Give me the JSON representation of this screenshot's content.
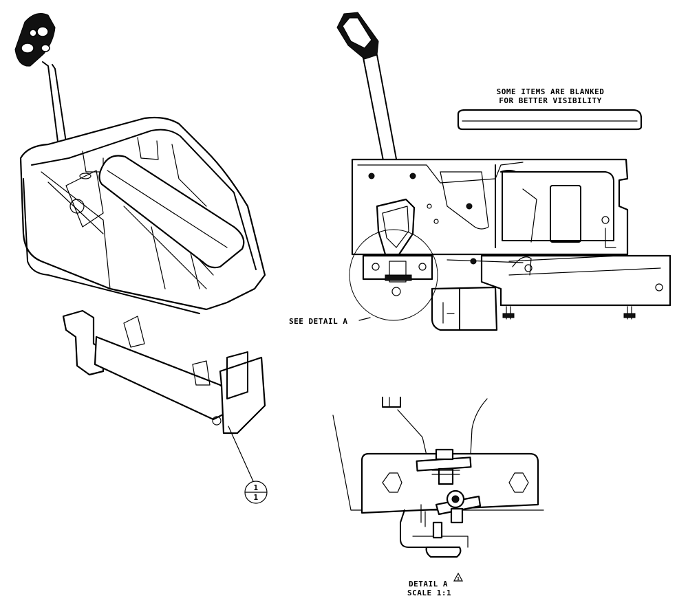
{
  "notes": {
    "blanked_line1": "SOME ITEMS ARE BLANKED",
    "blanked_line2": "FOR BETTER VISIBILITY",
    "see_detail": "SEE DETAIL  A",
    "detail_title": "DETAIL  A",
    "detail_scale": "SCALE  1:1"
  },
  "callouts": {
    "item_top": "1",
    "item_bottom": "1",
    "revision_mark": "1"
  }
}
